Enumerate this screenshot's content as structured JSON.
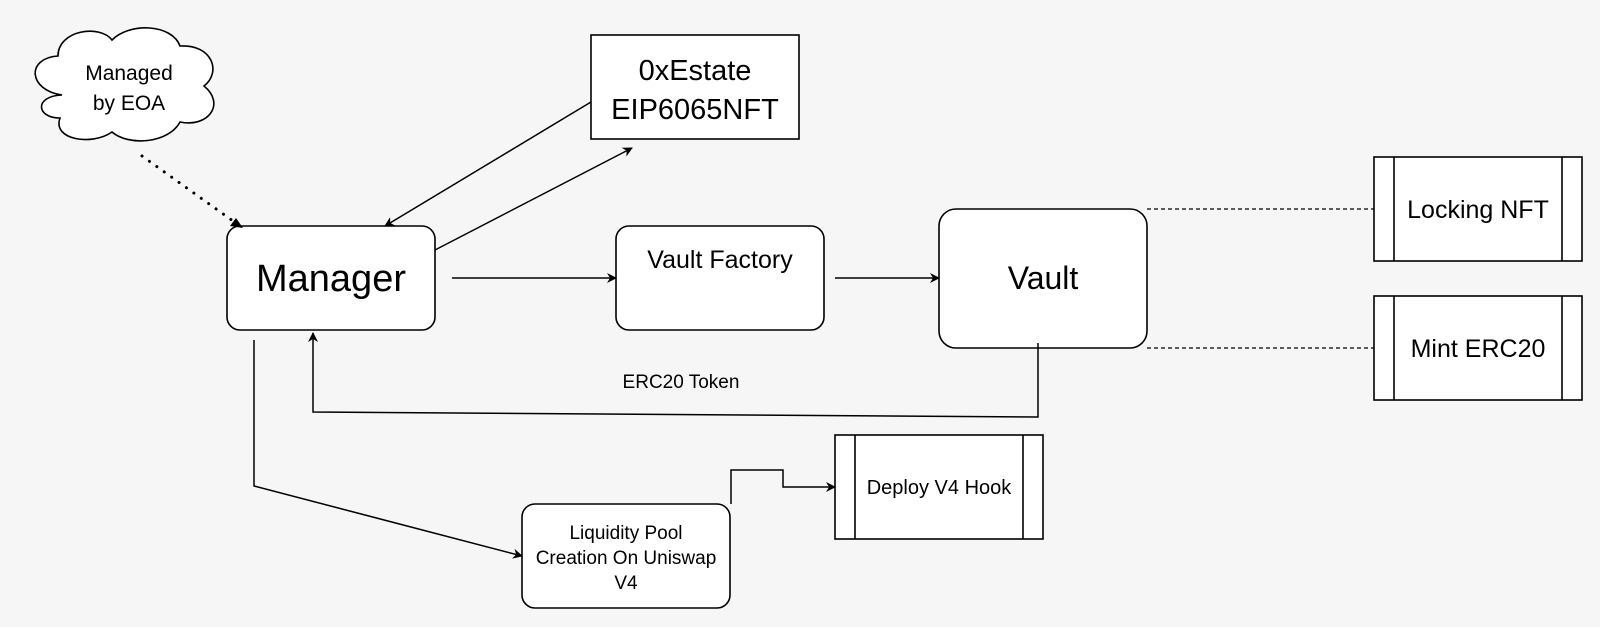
{
  "nodes": {
    "cloud": {
      "line1": "Managed",
      "line2": "by EOA"
    },
    "estate": {
      "line1": "0xEstate",
      "line2": "EIP6065NFT"
    },
    "manager": {
      "label": "Manager"
    },
    "vault_factory": {
      "label": "Vault Factory"
    },
    "vault": {
      "label": "Vault"
    },
    "locking_nft": {
      "label": "Locking NFT"
    },
    "mint_erc20": {
      "label": "Mint ERC20"
    },
    "deploy_hook": {
      "label": "Deploy V4 Hook"
    },
    "liquidity_pool": {
      "line1": "Liquidity Pool",
      "line2": "Creation On Uniswap",
      "line3": "V4"
    }
  },
  "edges": {
    "erc20_token_label": "ERC20 Token"
  },
  "colors": {
    "background": "#f6f6f6",
    "box_fill": "#ffffff",
    "stroke": "#000000"
  }
}
